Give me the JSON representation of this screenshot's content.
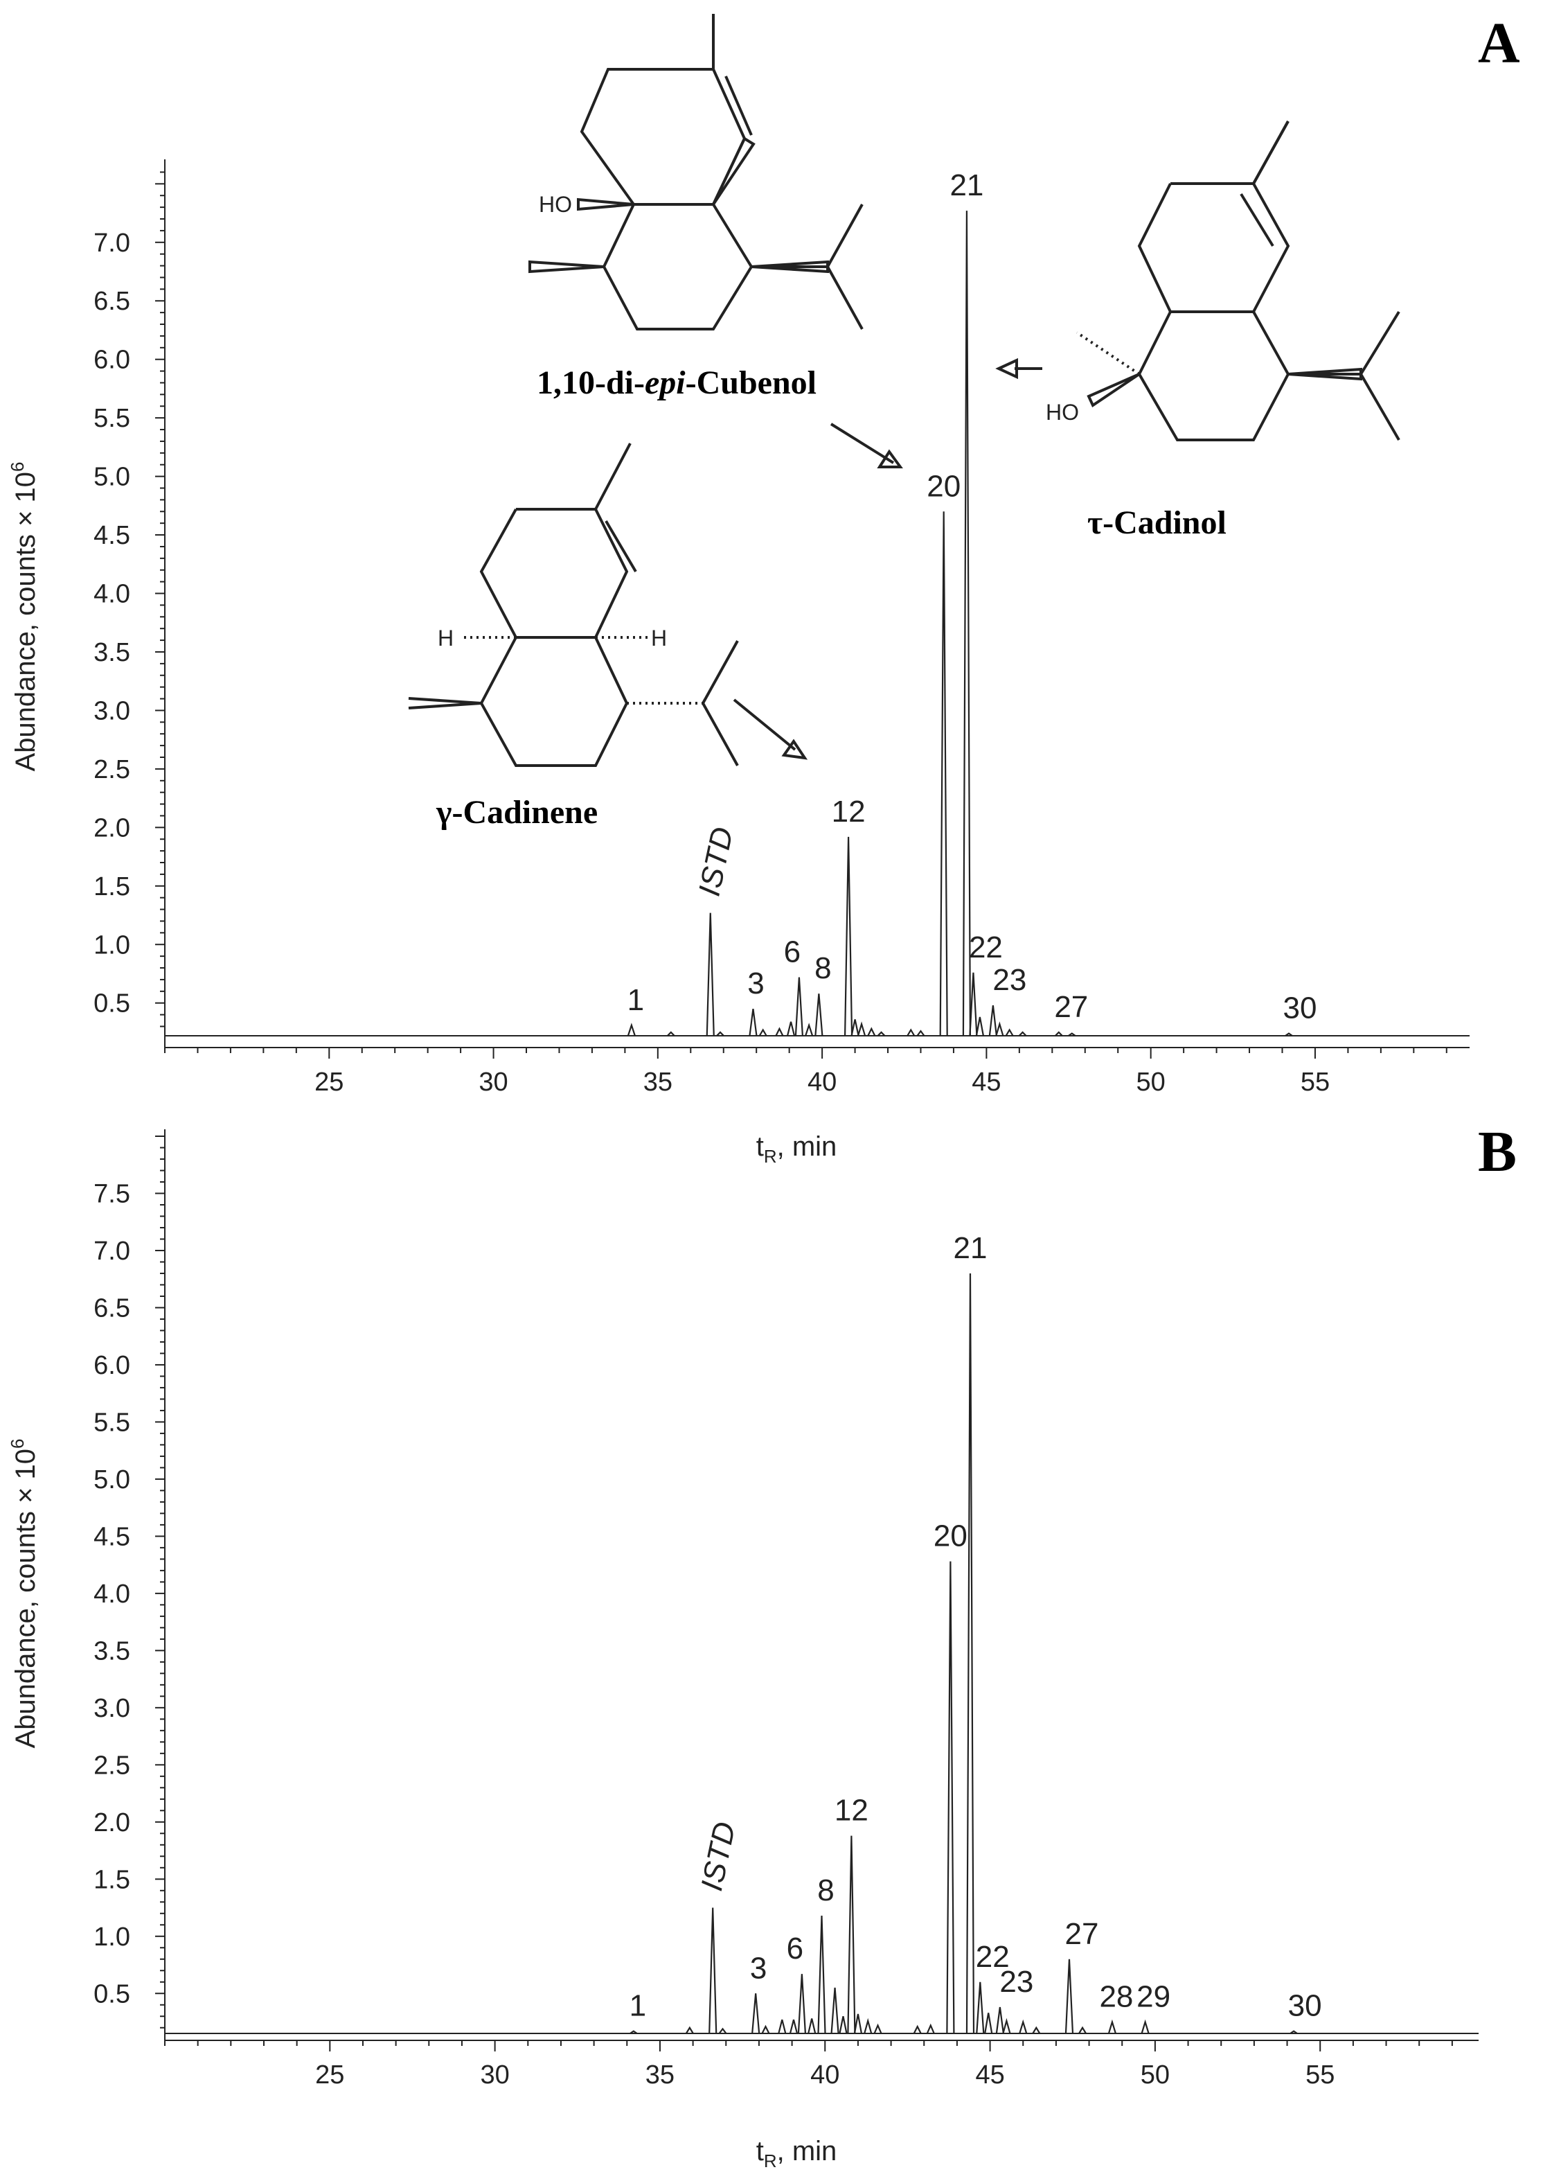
{
  "panels": {
    "A": {
      "panel_label": "A",
      "compound_names": {
        "cubenol_prefix": "1,10-di-",
        "cubenol_italic": "epi",
        "cubenol_suffix": "-Cubenol",
        "cadinol": "τ-Cadinol",
        "cadinene": "γ-Cadinene"
      },
      "atom_labels": {
        "ho": "HO",
        "h": "H"
      }
    },
    "B": {
      "panel_label": "B"
    }
  },
  "chart_data": [
    {
      "type": "line",
      "panel": "A",
      "xlabel": "t",
      "xlabel_sub": "R",
      "xlabel_unit": ", min",
      "ylabel": "Abundance, counts × 10",
      "ylabel_sup": "6",
      "xlim": [
        20,
        59.7
      ],
      "ylim": [
        0.22,
        7.65
      ],
      "baseline": 0.22,
      "x_ticks": [
        25,
        30,
        35,
        40,
        45,
        50,
        55
      ],
      "y_ticks": [
        0.5,
        1.0,
        1.5,
        2.0,
        2.5,
        3.0,
        3.5,
        4.0,
        4.5,
        5.0,
        5.5,
        6.0,
        6.5,
        7.0
      ],
      "y_tick_labels": [
        "0.5",
        "1.0",
        "1.5",
        "2.0",
        "2.5",
        "3.0",
        "3.5",
        "4.0",
        "4.5",
        "5.0",
        "5.5",
        "6.0",
        "6.5",
        "7.0"
      ],
      "peaks": [
        {
          "label": "1",
          "x": 34.2,
          "y": 0.31
        },
        {
          "label": "ISTD",
          "x": 36.6,
          "y": 1.27,
          "italic": true
        },
        {
          "label": "3",
          "x": 37.9,
          "y": 0.45
        },
        {
          "label": "6",
          "x": 39.3,
          "y": 0.72
        },
        {
          "label": "8",
          "x": 39.9,
          "y": 0.58
        },
        {
          "label": "12",
          "x": 40.8,
          "y": 1.92
        },
        {
          "label": "20",
          "x": 43.7,
          "y": 4.7
        },
        {
          "label": "21",
          "x": 44.4,
          "y": 7.27
        },
        {
          "label": "22",
          "x": 44.6,
          "y": 0.76
        },
        {
          "label": "23",
          "x": 45.2,
          "y": 0.48
        },
        {
          "label": "27",
          "x": 47.2,
          "y": 0.25
        },
        {
          "label": "30",
          "x": 54.2,
          "y": 0.24
        }
      ],
      "minor_peaks": [
        {
          "x": 35.4,
          "y": 0.25
        },
        {
          "x": 36.9,
          "y": 0.25
        },
        {
          "x": 38.2,
          "y": 0.27
        },
        {
          "x": 38.7,
          "y": 0.28
        },
        {
          "x": 39.05,
          "y": 0.34
        },
        {
          "x": 39.6,
          "y": 0.31
        },
        {
          "x": 41.0,
          "y": 0.36
        },
        {
          "x": 41.2,
          "y": 0.32
        },
        {
          "x": 41.5,
          "y": 0.28
        },
        {
          "x": 41.8,
          "y": 0.25
        },
        {
          "x": 42.7,
          "y": 0.27
        },
        {
          "x": 43.0,
          "y": 0.26
        },
        {
          "x": 44.8,
          "y": 0.38
        },
        {
          "x": 45.4,
          "y": 0.32
        },
        {
          "x": 45.7,
          "y": 0.27
        },
        {
          "x": 46.1,
          "y": 0.25
        },
        {
          "x": 47.6,
          "y": 0.24
        }
      ]
    },
    {
      "type": "line",
      "panel": "B",
      "xlabel": "t",
      "xlabel_sub": "R",
      "xlabel_unit": ", min",
      "ylabel": "Abundance, counts × 10",
      "ylabel_sup": "6",
      "xlim": [
        20,
        59.8
      ],
      "ylim": [
        0.15,
        8.0
      ],
      "baseline": 0.15,
      "x_ticks": [
        25,
        30,
        35,
        40,
        45,
        50,
        55
      ],
      "y_ticks": [
        0.5,
        1.0,
        1.5,
        2.0,
        2.5,
        3.0,
        3.5,
        4.0,
        4.5,
        5.0,
        5.5,
        6.0,
        6.5,
        7.0,
        7.5
      ],
      "y_tick_labels": [
        "0.5",
        "1.0",
        "1.5",
        "2.0",
        "2.5",
        "3.0",
        "3.5",
        "4.0",
        "4.5",
        "5.0",
        "5.5",
        "6.0",
        "6.5",
        "7.0",
        "7.5"
      ],
      "peaks": [
        {
          "label": "1",
          "x": 34.2,
          "y": 0.17
        },
        {
          "label": "ISTD",
          "x": 36.6,
          "y": 1.25,
          "italic": true
        },
        {
          "label": "3",
          "x": 37.9,
          "y": 0.5
        },
        {
          "label": "6",
          "x": 39.3,
          "y": 0.67
        },
        {
          "label": "8",
          "x": 39.9,
          "y": 1.18
        },
        {
          "label": "12",
          "x": 40.8,
          "y": 1.88
        },
        {
          "label": "20",
          "x": 43.8,
          "y": 4.28
        },
        {
          "label": "21",
          "x": 44.4,
          "y": 6.8
        },
        {
          "label": "22",
          "x": 44.7,
          "y": 0.6
        },
        {
          "label": "23",
          "x": 45.3,
          "y": 0.38
        },
        {
          "label": "27",
          "x": 47.4,
          "y": 0.8
        },
        {
          "label": "28",
          "x": 48.7,
          "y": 0.25
        },
        {
          "label": "29",
          "x": 49.7,
          "y": 0.25
        },
        {
          "label": "30",
          "x": 54.2,
          "y": 0.17
        }
      ],
      "minor_peaks": [
        {
          "x": 35.9,
          "y": 0.2
        },
        {
          "x": 36.9,
          "y": 0.19
        },
        {
          "x": 38.2,
          "y": 0.21
        },
        {
          "x": 38.7,
          "y": 0.27
        },
        {
          "x": 39.05,
          "y": 0.27
        },
        {
          "x": 39.6,
          "y": 0.28
        },
        {
          "x": 40.3,
          "y": 0.55
        },
        {
          "x": 40.55,
          "y": 0.3
        },
        {
          "x": 41.0,
          "y": 0.32
        },
        {
          "x": 41.3,
          "y": 0.26
        },
        {
          "x": 41.6,
          "y": 0.22
        },
        {
          "x": 42.8,
          "y": 0.21
        },
        {
          "x": 43.2,
          "y": 0.22
        },
        {
          "x": 44.95,
          "y": 0.33
        },
        {
          "x": 45.5,
          "y": 0.26
        },
        {
          "x": 46.0,
          "y": 0.25
        },
        {
          "x": 46.4,
          "y": 0.2
        },
        {
          "x": 47.8,
          "y": 0.2
        }
      ]
    }
  ]
}
